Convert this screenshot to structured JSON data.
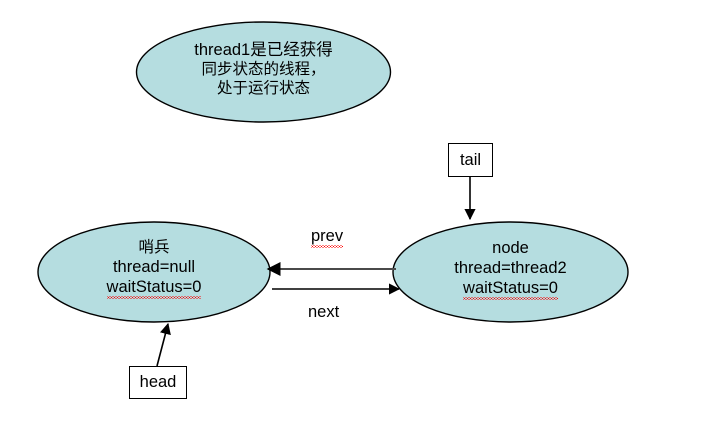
{
  "diagram": {
    "title": "AQS sync queue node state diagram",
    "background": "#ffffff",
    "node_fill": "#b5dde0",
    "node_stroke": "#000000",
    "spellcheck_color": "#ff0000",
    "note": {
      "name": "thread1-note",
      "lines": [
        "thread1是已经获得",
        "同步状态的线程，",
        "处于运行状态"
      ]
    },
    "nodes": [
      {
        "name": "sentinel-node",
        "lines": [
          "哨兵",
          "thread=null",
          "waitStatus=0"
        ],
        "misspelled_line_index": 2
      },
      {
        "name": "queued-node",
        "lines": [
          "node",
          "thread=thread2",
          "waitStatus=0"
        ],
        "misspelled_line_index": 2
      }
    ],
    "pointers": [
      {
        "name": "tail-pointer",
        "label": "tail"
      },
      {
        "name": "head-pointer",
        "label": "head"
      }
    ],
    "edges": [
      {
        "name": "prev-edge",
        "label": "prev",
        "direction": "node-to-sentinel",
        "misspelled": true
      },
      {
        "name": "next-edge",
        "label": "next",
        "direction": "sentinel-to-node",
        "misspelled": false
      }
    ]
  }
}
